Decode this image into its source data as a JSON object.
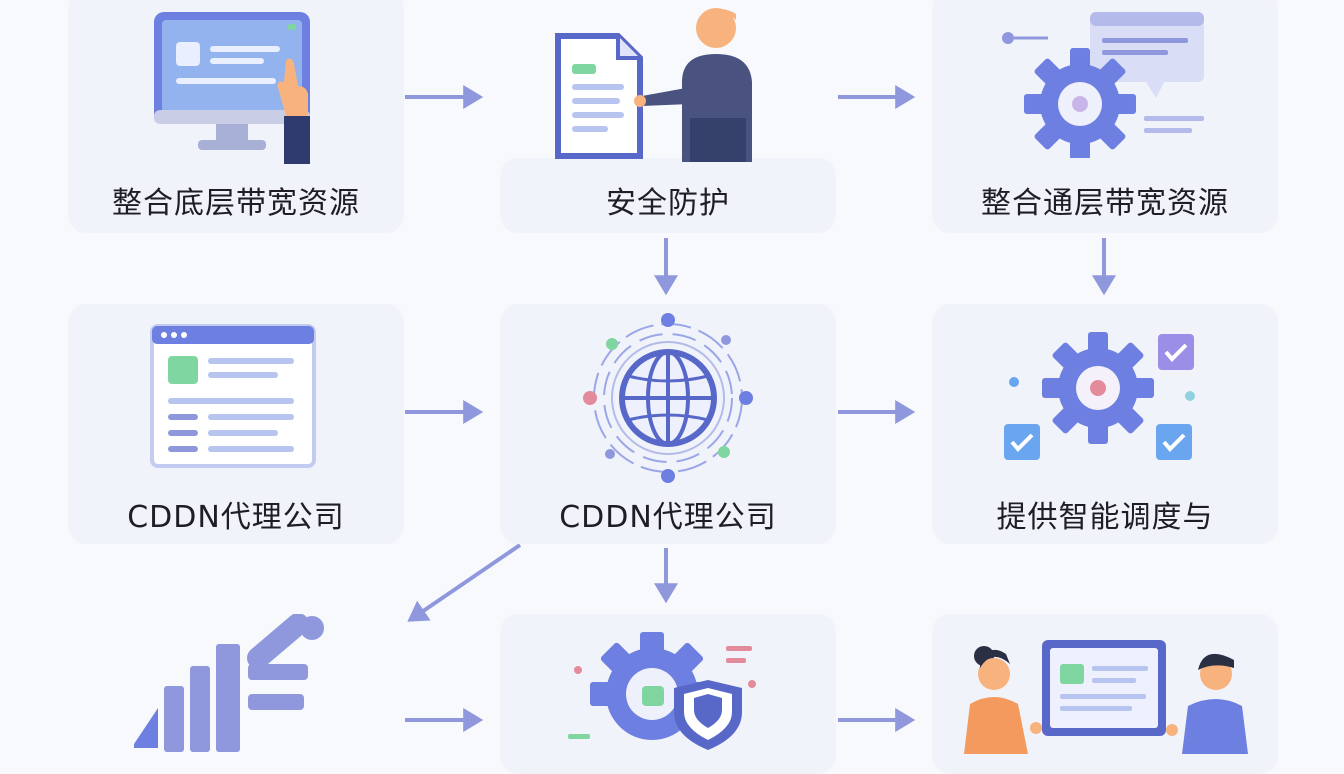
{
  "nodes": [
    {
      "id": "n1",
      "label": "整合底层带宽资源"
    },
    {
      "id": "n2",
      "label": "安全防护"
    },
    {
      "id": "n3",
      "label": "整合通层带宽资源"
    },
    {
      "id": "n4",
      "label": "CDDN代理公司"
    },
    {
      "id": "n5",
      "label": "CDDN代理公司"
    },
    {
      "id": "n6",
      "label": "提供智能调度与"
    },
    {
      "id": "n7",
      "label": ""
    },
    {
      "id": "n8",
      "label": ""
    },
    {
      "id": "n9",
      "label": ""
    }
  ],
  "colors": {
    "card": "#f1f3fa",
    "arrow": "#8f98dc",
    "accent": "#6d7fe0",
    "screen": "#93b3ef",
    "green": "#7fd6a0",
    "skin": "#f7b27e"
  },
  "icons": {
    "n1": "computer-monitor-icon",
    "n2": "document-person-icon",
    "n3": "gear-chat-icon",
    "n4": "browser-window-icon",
    "n5": "globe-network-icon",
    "n6": "gear-checklist-icon",
    "n7": "bar-chart-robot-icon",
    "n8": "gear-shield-icon",
    "n9": "people-laptop-icon"
  }
}
